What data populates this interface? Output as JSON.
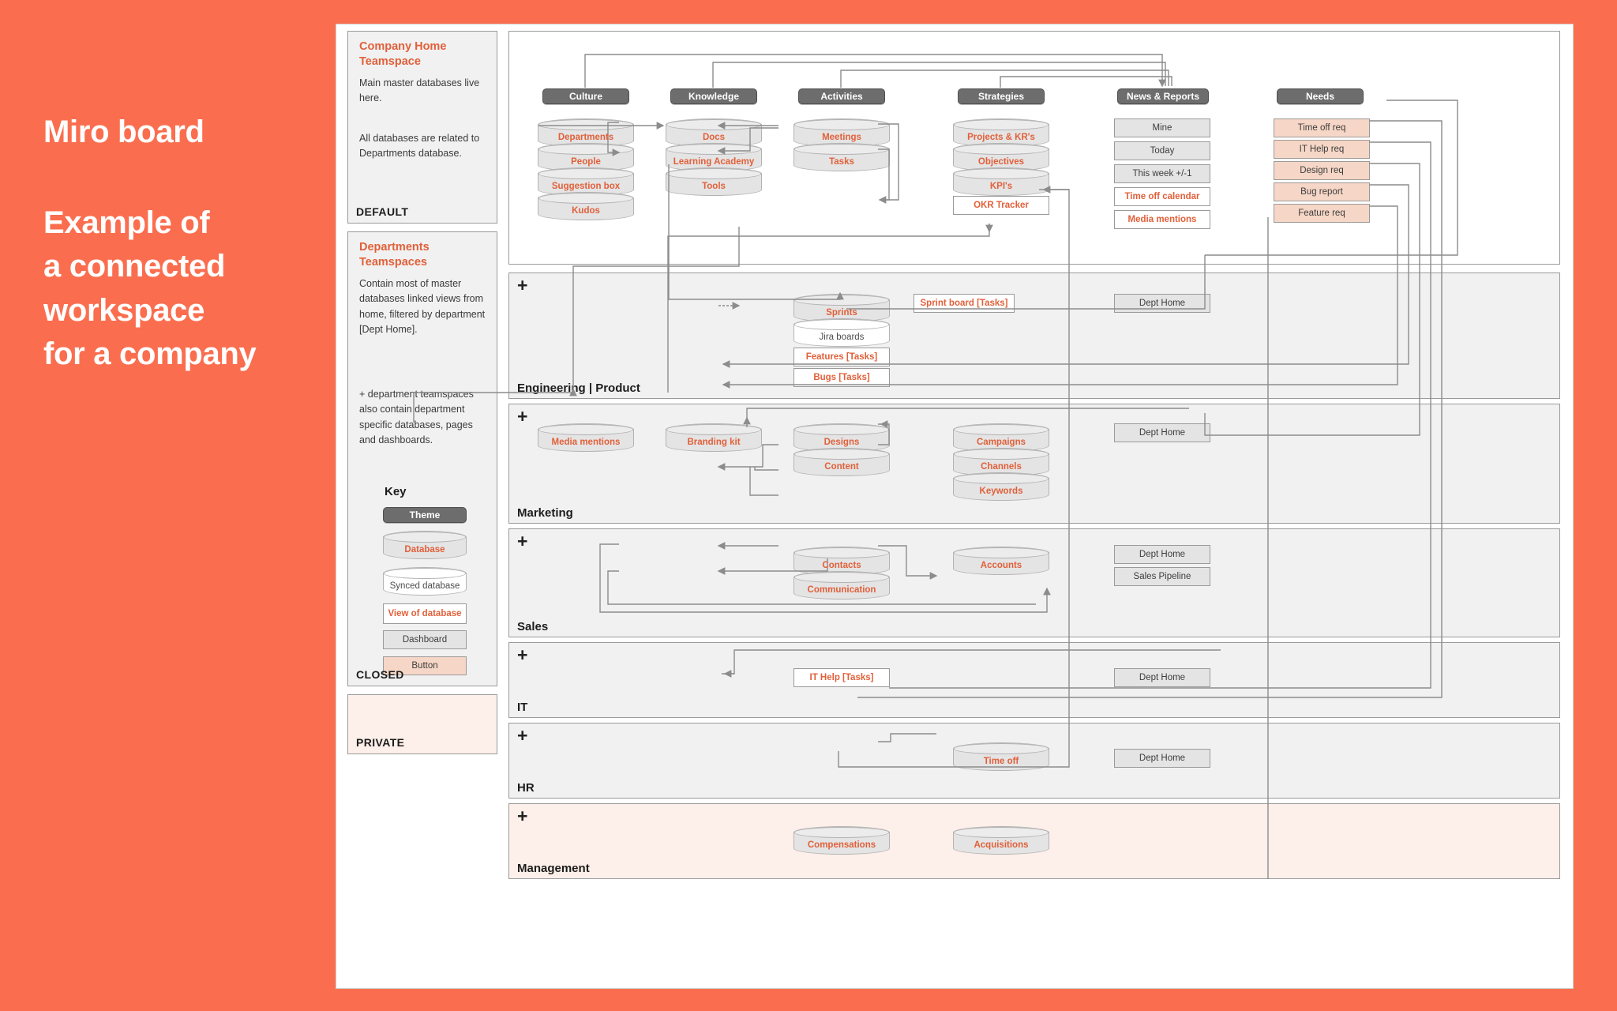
{
  "colors": {
    "brand_orange": "#fa6e4f",
    "accent_text": "#e1603a",
    "theme_chip": "#6d6d6d",
    "button_fill": "#f6d6c6",
    "panel_fill": "#f1f1f1"
  },
  "title": {
    "line1": "Miro board",
    "line2": "Example of",
    "line3": "a connected",
    "line4": "workspace",
    "line5": "for a company"
  },
  "sidebar": {
    "cards": [
      {
        "title": "Company Home\nTeamspace",
        "title_l1": "Company Home",
        "title_l2": "Teamspace",
        "body1": "Main master databases live here.",
        "body2": "All databases are related to Departments database.",
        "tag": "DEFAULT"
      },
      {
        "title_l1": "Departments",
        "title_l2": "Teamspaces",
        "body1": "Contain most of master databases linked views from home, filtered by department [Dept Home].",
        "body2": "+ department teamspaces also contain department specific databases, pages and dashboards.",
        "tag": "CLOSED"
      },
      {
        "tag": "PRIVATE"
      }
    ],
    "key": {
      "heading": "Key",
      "items": [
        {
          "label": "Theme",
          "kind": "theme"
        },
        {
          "label": "Database",
          "kind": "database"
        },
        {
          "label": "Synced database",
          "kind": "synced"
        },
        {
          "label": "View of database",
          "kind": "view"
        },
        {
          "label": "Dashboard",
          "kind": "dashboard"
        },
        {
          "label": "Button",
          "kind": "button"
        }
      ]
    }
  },
  "home": {
    "themes": [
      {
        "label": "Culture"
      },
      {
        "label": "Knowledge"
      },
      {
        "label": "Activities"
      },
      {
        "label": "Strategies"
      },
      {
        "label": "News & Reports"
      },
      {
        "label": "Needs"
      }
    ],
    "culture": [
      "Departments",
      "People",
      "Suggestion box",
      "Kudos"
    ],
    "knowledge": [
      "Docs",
      "Learning Academy",
      "Tools"
    ],
    "activities": [
      "Meetings",
      "Tasks"
    ],
    "strategies_db": [
      "Projects & KR's",
      "Objectives",
      "KPI's"
    ],
    "strategies_view": "OKR Tracker",
    "news_dashboards": [
      "Mine",
      "Today",
      "This week +/-1"
    ],
    "news_views": [
      "Time off calendar",
      "Media mentions"
    ],
    "needs_buttons": [
      "Time off req",
      "IT Help req",
      "Design req",
      "Bug report",
      "Feature req"
    ]
  },
  "departments": [
    {
      "name": "Engineering | Product",
      "plus": "+",
      "databases": [
        {
          "label": "Sprints",
          "kind": "database"
        },
        {
          "label": "Jira boards",
          "kind": "synced"
        }
      ],
      "views": [
        "Sprint board [Tasks]",
        "Features [Tasks]",
        "Bugs [Tasks]"
      ],
      "dashboards": [
        "Dept Home"
      ]
    },
    {
      "name": "Marketing",
      "plus": "+",
      "databases": [
        {
          "label": "Media mentions",
          "kind": "database"
        },
        {
          "label": "Branding kit",
          "kind": "database"
        },
        {
          "label": "Designs",
          "kind": "database"
        },
        {
          "label": "Content",
          "kind": "database"
        },
        {
          "label": "Campaigns",
          "kind": "database"
        },
        {
          "label": "Channels",
          "kind": "database"
        },
        {
          "label": "Keywords",
          "kind": "database"
        }
      ],
      "views": [],
      "dashboards": [
        "Dept Home"
      ]
    },
    {
      "name": "Sales",
      "plus": "+",
      "databases": [
        {
          "label": "Contacts",
          "kind": "database"
        },
        {
          "label": "Communication",
          "kind": "database"
        },
        {
          "label": "Accounts",
          "kind": "database"
        }
      ],
      "views": [],
      "dashboards": [
        "Dept Home",
        "Sales Pipeline"
      ]
    },
    {
      "name": "IT",
      "plus": "+",
      "databases": [],
      "views": [
        "IT Help [Tasks]"
      ],
      "dashboards": [
        "Dept Home"
      ]
    },
    {
      "name": "HR",
      "plus": "+",
      "databases": [
        {
          "label": "Time off",
          "kind": "database"
        }
      ],
      "views": [],
      "dashboards": [
        "Dept Home"
      ]
    },
    {
      "name": "Management",
      "plus": "+",
      "databases": [
        {
          "label": "Compensations",
          "kind": "database"
        },
        {
          "label": "Acquisitions",
          "kind": "database"
        }
      ],
      "views": [],
      "dashboards": []
    }
  ]
}
